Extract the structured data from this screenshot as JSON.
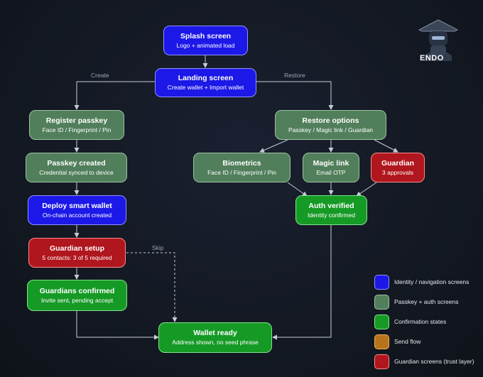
{
  "nodes": {
    "splash": {
      "title": "Splash screen",
      "sub": "Logo + animated load"
    },
    "landing": {
      "title": "Landing screen",
      "sub": "Create wallet + Import wallet"
    },
    "register": {
      "title": "Register passkey",
      "sub": "Face ID / Fingerprint / Pin"
    },
    "passkey_created": {
      "title": "Passkey created",
      "sub": "Credential synced to device"
    },
    "deploy": {
      "title": "Deploy smart wallet",
      "sub": "On-chain account created"
    },
    "guardian_setup": {
      "title": "Guardian setup",
      "sub": "5 contacts: 3 of 5 required"
    },
    "guardians_confirmed": {
      "title": "Guardians confirmed",
      "sub": "Invite sent, pending accept"
    },
    "wallet_ready": {
      "title": "Wallet ready",
      "sub": "Address shown, no seed phrase"
    },
    "restore_options": {
      "title": "Restore options",
      "sub": "Passkey / Magic link / Guardian"
    },
    "biometrics": {
      "title": "Biometrics",
      "sub": "Face ID / Fingerprint / Pin"
    },
    "magic_link": {
      "title": "Magic link",
      "sub": "Email OTP"
    },
    "guardian": {
      "title": "Guardian",
      "sub": "3 approvals"
    },
    "auth_verified": {
      "title": "Auth verified",
      "sub": "Identity confirmed"
    }
  },
  "edge_labels": {
    "create": "Create",
    "restore": "Restore",
    "skip": "Skip"
  },
  "legend": [
    {
      "label": "Identity / navigation screens",
      "color": "#1c18e8"
    },
    {
      "label": "Passkey + auth screens",
      "color": "#517f5b"
    },
    {
      "label": "Confirmation states",
      "color": "#169a26"
    },
    {
      "label": "Send flow",
      "color": "#b8741a"
    },
    {
      "label": "Guardian screens (trust layer)",
      "color": "#b0161d"
    }
  ],
  "logo": {
    "text": "ENDO"
  }
}
